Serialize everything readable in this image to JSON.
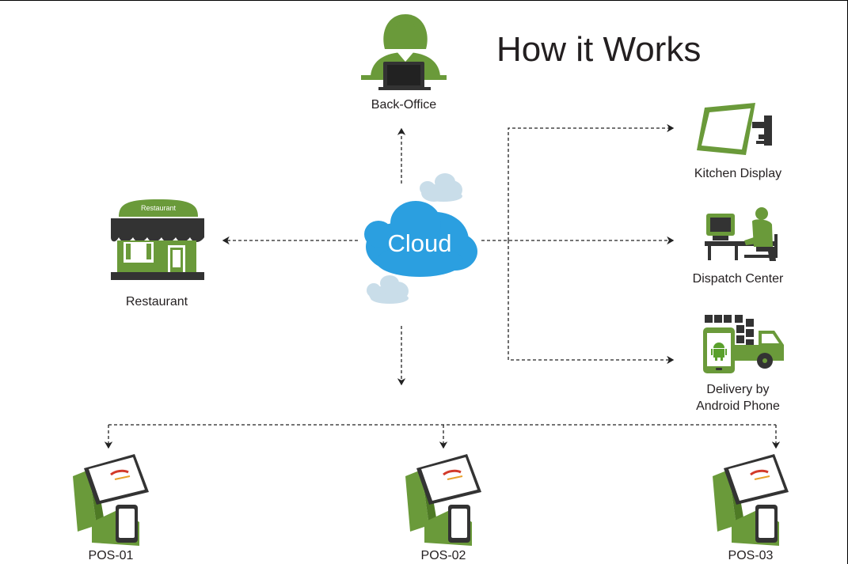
{
  "title": "How it Works",
  "cloud": {
    "label": "Cloud"
  },
  "nodes": {
    "back_office": "Back-Office",
    "restaurant": "Restaurant",
    "restaurant_sign": "Restaurant",
    "kitchen_display": "Kitchen Display",
    "dispatch_center": "Dispatch Center",
    "delivery_line1": "Delivery by",
    "delivery_line2": "Android Phone"
  },
  "pos": [
    "POS-01",
    "POS-02",
    "POS-03"
  ],
  "colors": {
    "green": "#6a9a3a",
    "green_dark": "#4e7a25",
    "cloud_blue": "#2b9fe0",
    "cloud_grey": "#c9dde9",
    "dark": "#333333"
  }
}
